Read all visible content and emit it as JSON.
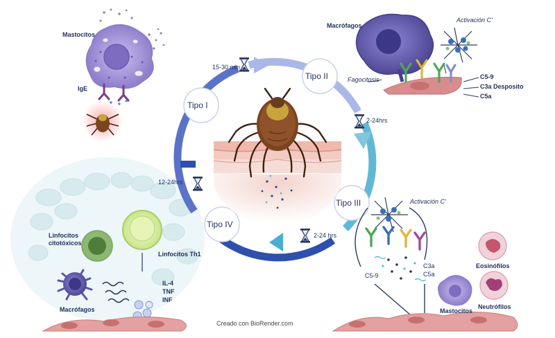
{
  "cycle": {
    "types": [
      "Tipo I",
      "Tipo II",
      "Tipo III",
      "Tipo IV"
    ],
    "timings": [
      "15-30 min",
      "2-24hrs",
      "2-24 hrs",
      "12-24hrs"
    ]
  },
  "type1": {
    "mastocitos": "Mastocitos",
    "ige": "IgE"
  },
  "type2": {
    "macrofagos": "Macrófagos",
    "activacion": "Activación C'",
    "fagocitosis": "Fagocitosis",
    "c59": "C5-9",
    "c3a": "C3a Desposito",
    "c5a": "C5a"
  },
  "type3": {
    "activacion": "Activación C'",
    "c59": "C5-9",
    "c3a": "C3a",
    "c5a": "C5a",
    "eosinofilos": "Eosinófilos",
    "neutrofilos": "Neutrófilos",
    "mastocitos": "Mastocitos"
  },
  "type4": {
    "linf_cito_1": "Linfocitos",
    "linf_cito_2": "citotóxicos",
    "linf_th1": "Linfocitos Th1",
    "il4": "IL-4",
    "tnf": "TNF",
    "inf": "INF",
    "macrofagos": "Macrófagos"
  },
  "credit": "Creado con BioRender.com",
  "colors": {
    "ring_light": "#a9b8e6",
    "ring_mid": "#6f86d0",
    "ring_dark": "#3b55b6",
    "ring_cyan": "#45b3cf",
    "mast": "#a99ad9",
    "macro": "#5c56a8",
    "cell_bg": "#d98c8c",
    "skin": "#efc3b9",
    "tick": "#6b3d1e"
  }
}
